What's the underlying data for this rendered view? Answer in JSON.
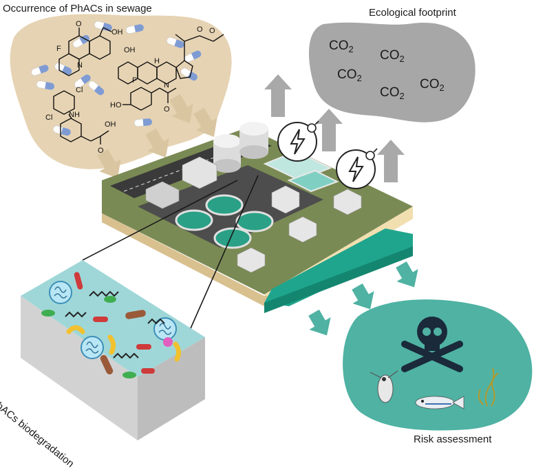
{
  "labels": {
    "occurrence": "Occurrence of PhACs in sewage",
    "footprint": "Ecological footprint",
    "risk": "Risk assessment",
    "biodegradation": "PhACs biodegradation"
  },
  "co2_label": "CO",
  "co2_sub": "2",
  "chem_atoms": {
    "o": "O",
    "oh": "OH",
    "f": "F",
    "n": "N",
    "h": "H",
    "ho": "HO",
    "cl": "Cl",
    "nh": "NH"
  },
  "colors": {
    "sewage_blob": "#e6d3b3",
    "footprint_blob": "#a7a7a7",
    "risk_blob": "#4fb2a3",
    "arrow_tan": "#d9c6a1",
    "arrow_grey": "#a9a9a9",
    "arrow_teal": "#4fb2a3",
    "water": "#1fa58d",
    "biofilm": "#9fd7d8"
  },
  "icons": [
    "lightning-icon",
    "plug-icon",
    "skull-crossbones-icon",
    "pill-icon",
    "bacteria-icon",
    "fish-icon",
    "daphnia-icon",
    "algae-icon"
  ]
}
